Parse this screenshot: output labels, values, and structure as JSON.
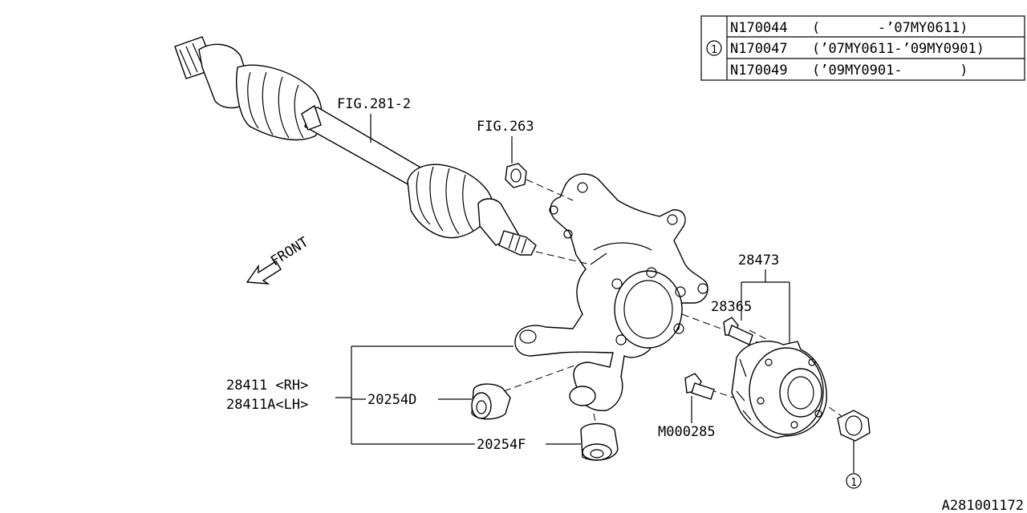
{
  "drawing_id": "A281001172",
  "applicability_table": {
    "key": "1",
    "rows": [
      {
        "part": "N170044",
        "range": "(       -’07MY0611)"
      },
      {
        "part": "N170047",
        "range": "(’07MY0611-’09MY0901)"
      },
      {
        "part": "N170049",
        "range": "(’09MY0901-       )"
      }
    ]
  },
  "callouts": {
    "fig_281_2": "FIG.281-2",
    "fig_263": "FIG.263",
    "front": "FRONT",
    "p28473": "28473",
    "p28365": "28365",
    "p28411": "28411 <RH>",
    "p28411a": "28411A<LH>",
    "p20254d": "20254D",
    "p20254f": "20254F",
    "m000285": "M000285",
    "ref_key": "1"
  },
  "icons": [
    "front-arrow-icon",
    "circled-1-icon"
  ]
}
